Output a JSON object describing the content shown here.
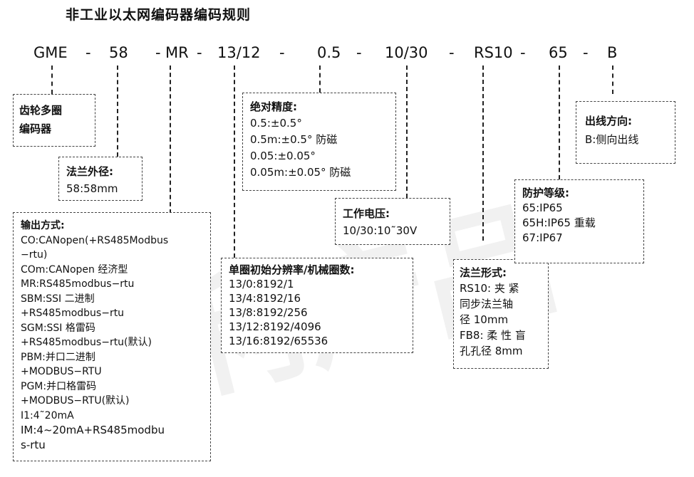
{
  "title": "非工业以太网编码器编码规则",
  "code_parts": [
    "GME",
    "58",
    "MR",
    "13/12",
    "0.5",
    "10/30",
    "RS10",
    "65",
    "B"
  ],
  "separators": [
    "-",
    "-",
    "-",
    "-",
    "-",
    "-",
    "-",
    "-",
    "-",
    "-"
  ],
  "boxes": {
    "gear": [
      "齿轮多圈",
      "编码器"
    ],
    "flange_dia": [
      "法兰外径:",
      "58:58mm"
    ],
    "output": [
      "输出方式:",
      "CO:CANopen(+RS485Modbus",
      "−rtu)",
      "COm:CANopen 经济型",
      "MR:RS485modbus−rtu",
      "SBM:SSI 二进制",
      "+RS485modbus−rtu",
      "SGM:SSI 格雷码",
      "+RS485modbus−rtu(默认)",
      "PBM:并口二进制",
      "+MODBUS−RTU",
      "PGM:并口格雷码",
      "+MODBUS−RTU(默认)",
      "I1:4˜20mA",
      "IM:4~20mA+RS485modbu",
      "s-rtu"
    ],
    "resolution": [
      "单圈初始分辨率/机械圈数:",
      "13/0:8192/1",
      "13/4:8192/16",
      "13/8:8192/256",
      "13/12:8192/4096",
      "13/16:8192/65536"
    ],
    "accuracy": [
      "绝对精度:",
      "0.5:±0.5°",
      "0.5m:±0.5° 防磁",
      "0.05:±0.05°",
      "0.05m:±0.05° 防磁"
    ],
    "voltage": [
      "工作电压:",
      "10/30:10˜30V"
    ],
    "flange_form": [
      "法兰形式:",
      "RS10: 夹 紧",
      "同步法兰轴",
      "径 10mm",
      "FB8: 柔 性 盲",
      "孔孔径 8mm"
    ],
    "protection": [
      "防护等级:",
      "65:IP65",
      "65H:IP65 重载",
      "67:IP67"
    ],
    "outlet": [
      "出线方向:",
      "B:侧向出线"
    ]
  },
  "watermark": "专利产品"
}
